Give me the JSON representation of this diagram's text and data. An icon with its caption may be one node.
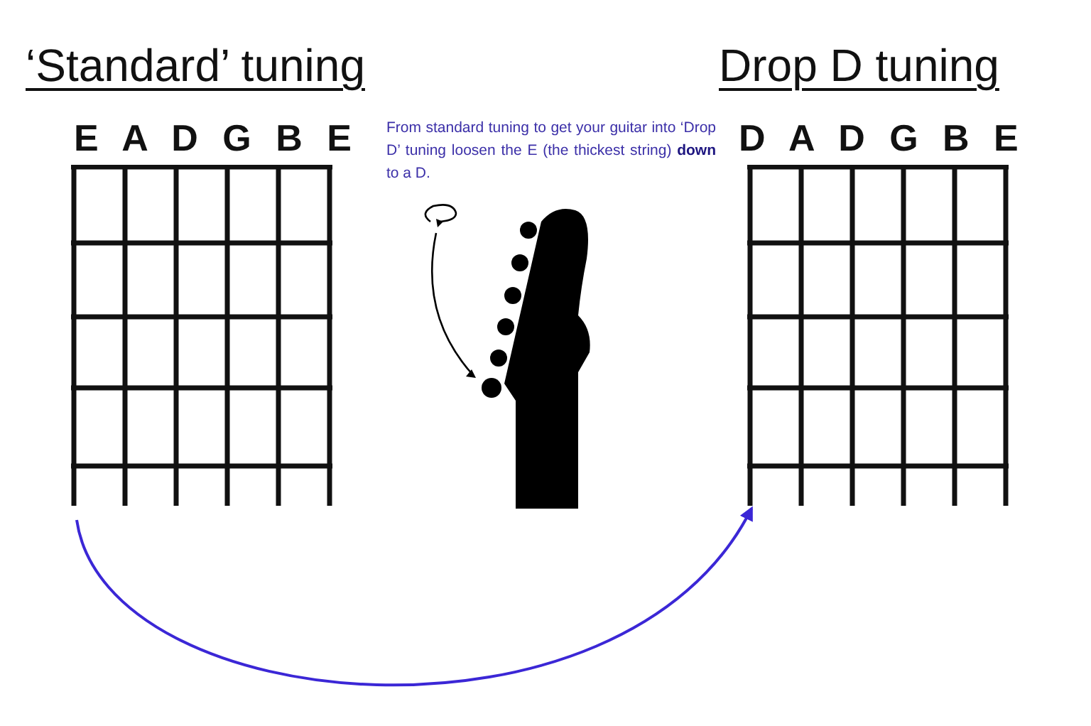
{
  "diagram": {
    "nodes": [
      {
        "text": [
          "‘Standard’ tuning",
          "E A D G B E"
        ]
      },
      {
        "text": [
          "Drop D tuning",
          "D A D G B E"
        ]
      }
    ],
    "edges": [
      {
        "from": 0,
        "to": 1,
        "arrow": "to",
        "color": "#3b27d6"
      }
    ],
    "labels": [
      "From standard tuning to get your guitar into ‘Drop D’ tuning loosen the E (the thickest string) **down** to a D."
    ]
  }
}
